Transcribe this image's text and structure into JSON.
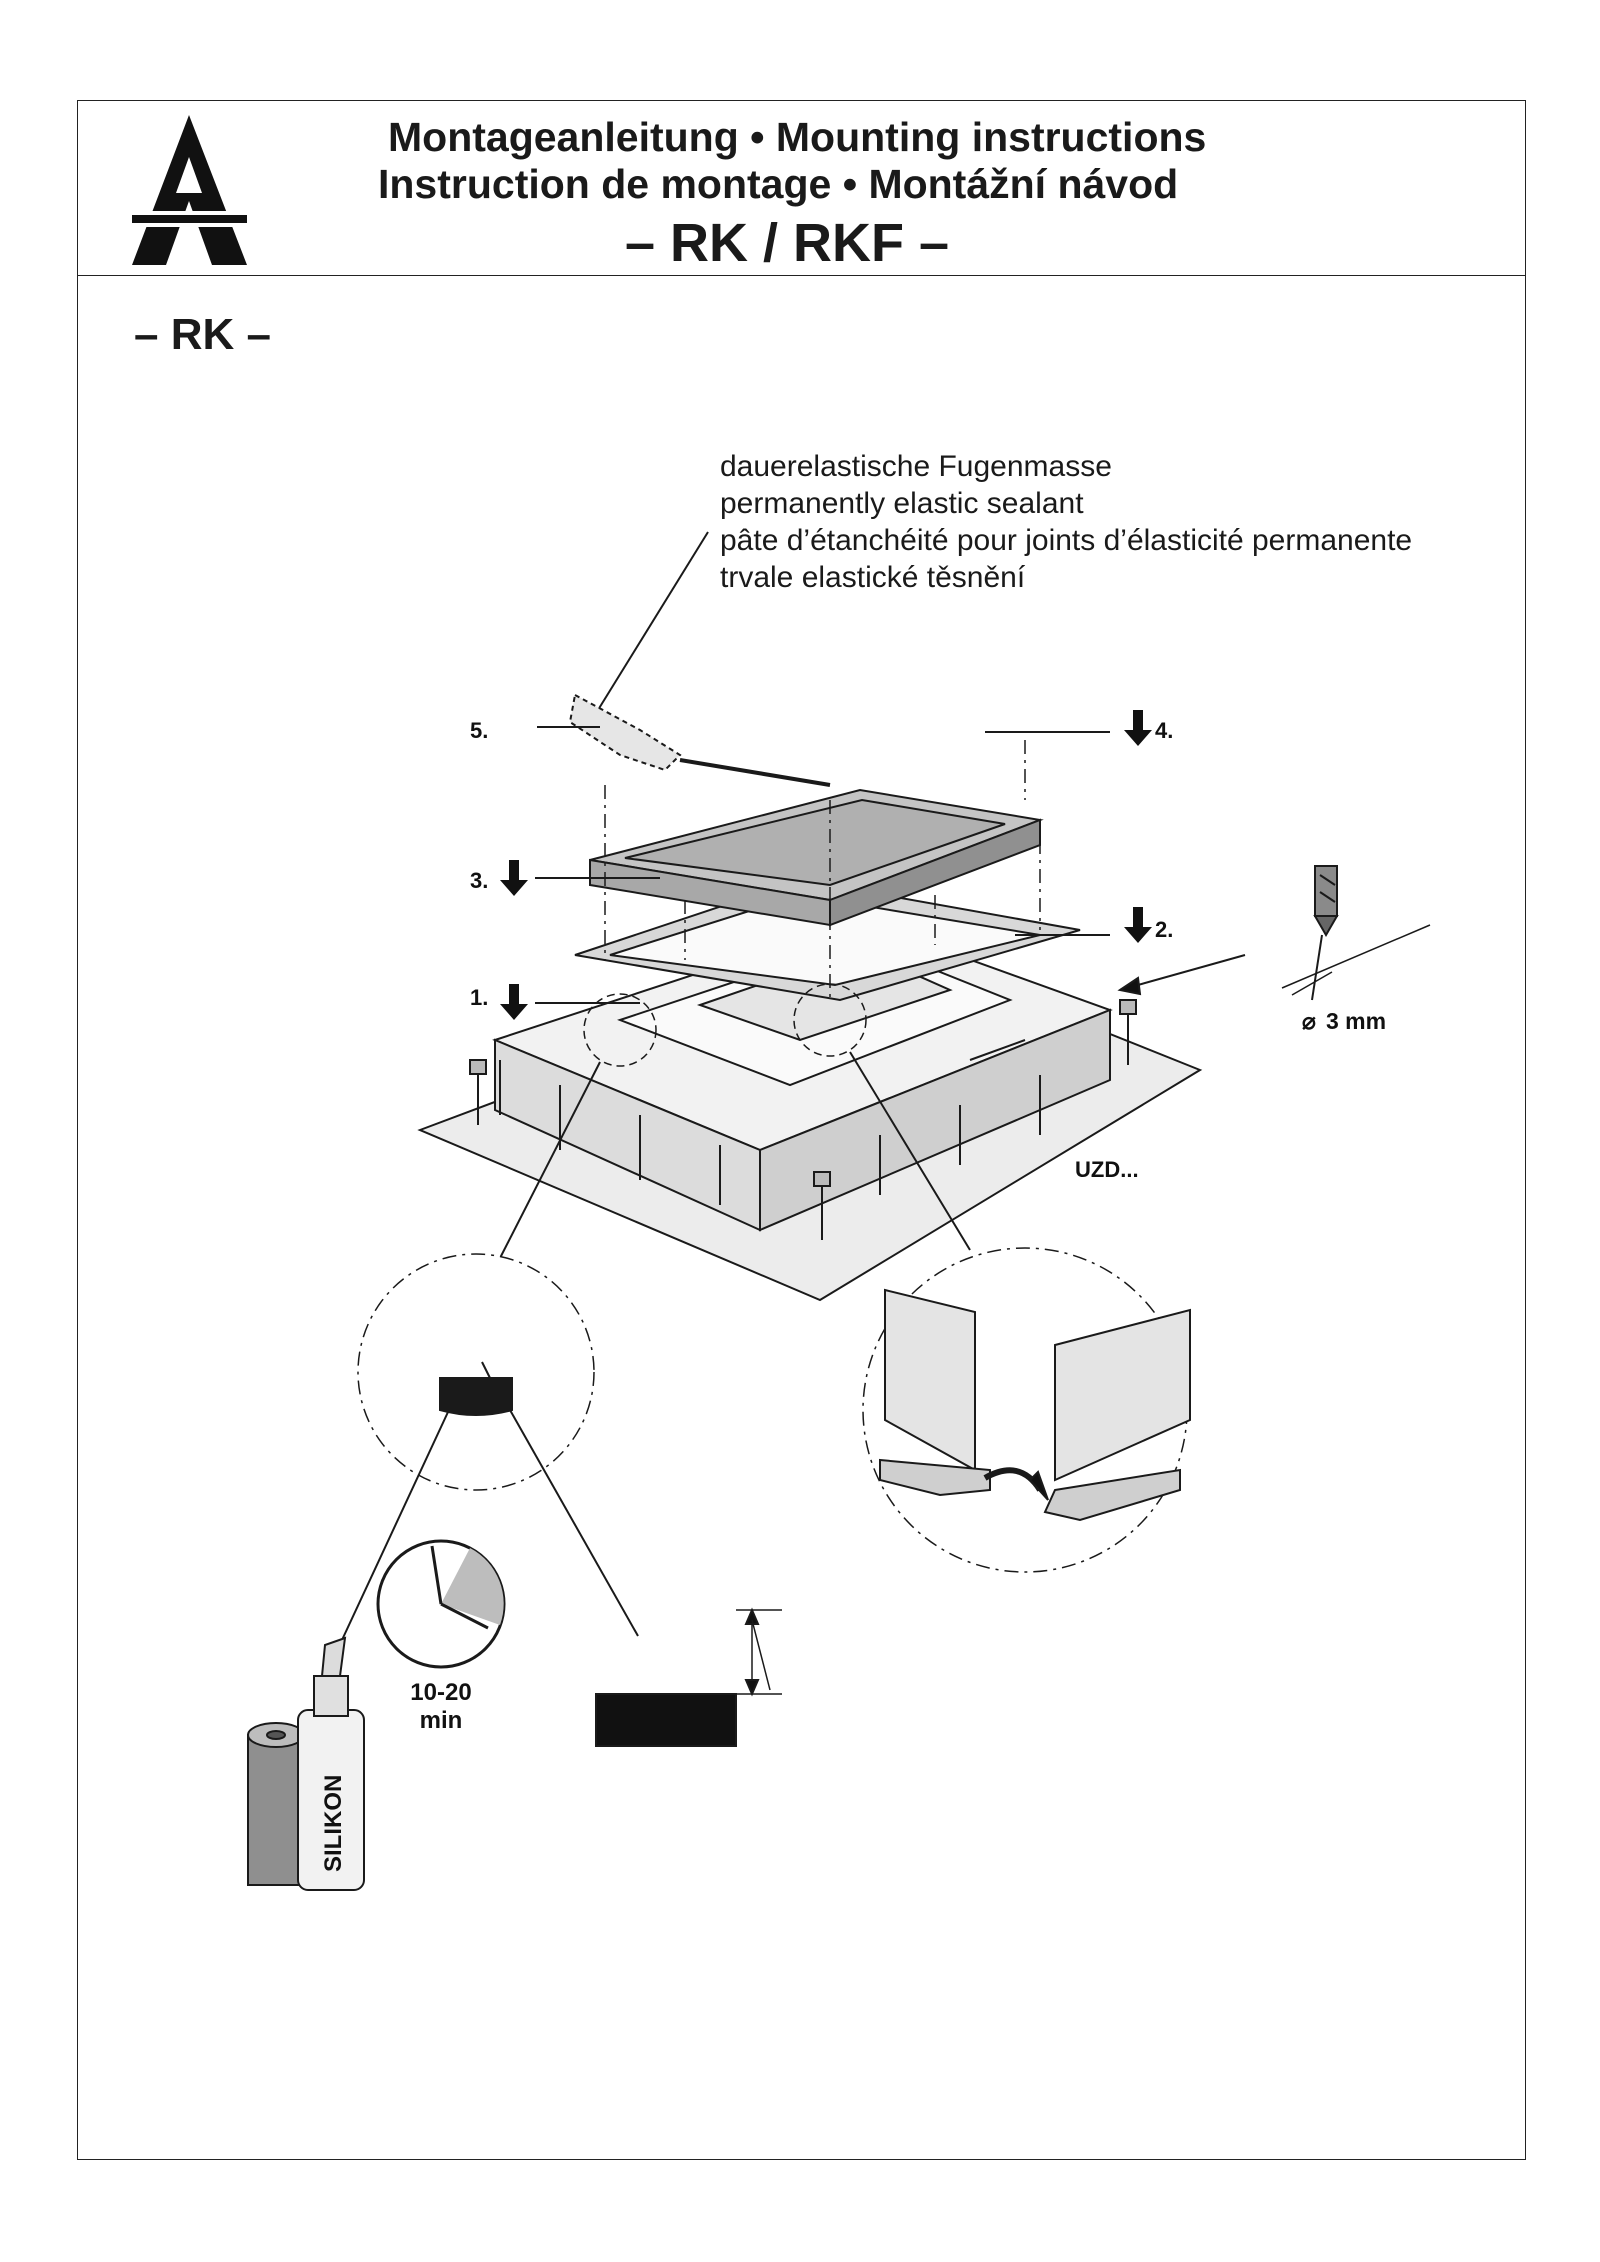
{
  "header": {
    "title_line1": "Montageanleitung • Mounting instructions",
    "title_line2": "Instruction de montage • Montážní návod",
    "title_line3": "– RK / RKF –"
  },
  "section": {
    "label": "– RK –"
  },
  "sealant_labels": [
    "dauerelastische Fugenmasse",
    "permanently elastic sealant",
    "pâte d’étanchéité pour joints d’élasticité permanente",
    "trvale elastické těsnění"
  ],
  "steps": {
    "step1": "1.",
    "step2": "2.",
    "step3": "3.",
    "step4": "4.",
    "step5": "5."
  },
  "drill": {
    "diameter_label": "3 mm",
    "diameter_symbol": "⌀"
  },
  "product_label": "UZD...",
  "cure_time": {
    "value": "10-20",
    "unit": "min"
  },
  "bottle_label": "SILIKON",
  "colors": {
    "line": "#1a1a1a",
    "fill_light": "#ececec",
    "fill_mid": "#bdbdbd",
    "fill_dark": "#555555",
    "solid": "#111111"
  }
}
